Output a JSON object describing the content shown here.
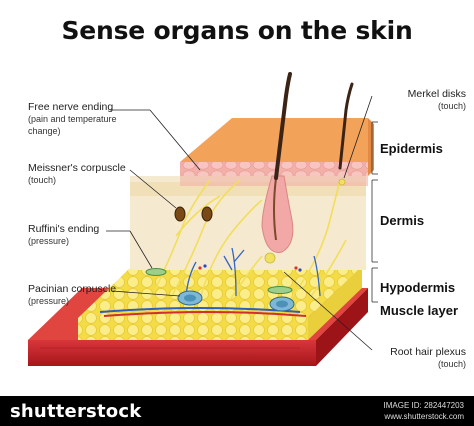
{
  "title": "Sense organs on the skin",
  "labels_left": [
    {
      "name": "Free nerve ending",
      "detail": "(pain and temperature change)"
    },
    {
      "name": "Meissner's corpuscle",
      "detail": "(touch)"
    },
    {
      "name": "Ruffini's ending",
      "detail": "(pressure)"
    },
    {
      "name": "Pacinian corpuscle",
      "detail": "(pressure)"
    }
  ],
  "labels_right": [
    {
      "name": "Merkel disks",
      "detail": "(touch)"
    },
    {
      "name": "Root hair plexus",
      "detail": "(touch)"
    }
  ],
  "layers": [
    "Epidermis",
    "Dermis",
    "Hypodermis",
    "Muscle layer"
  ],
  "footer": {
    "brand": "shutterstock",
    "image_id": "IMAGE ID: 282447203",
    "site": "www.shutterstock.com"
  },
  "colors": {
    "epidermis_top": "#f3a25a",
    "epidermis_cells": "#f4b5b0",
    "dermis": "#f6ecd2",
    "hypodermis": "#f7e24a",
    "muscle": "#c8262b",
    "nerve": "#f2e060",
    "footer_bg": "#000000"
  }
}
